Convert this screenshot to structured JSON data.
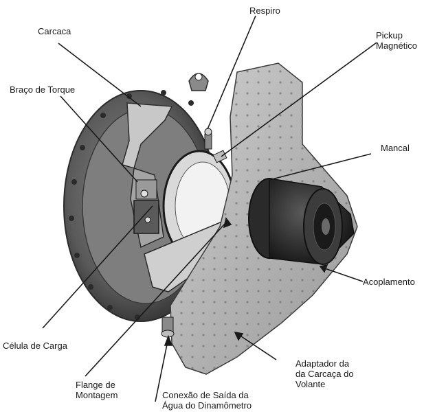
{
  "figure": {
    "labels": {
      "carcaca": "Carcaca",
      "respiro": "Respiro",
      "pickup_line1": "Pickup",
      "pickup_line2": "Magnético",
      "braco_torque": "Braço de Torque",
      "mancal": "Mancal",
      "acoplamento": "Acoplamento",
      "celula_carga": "Célula de Carga",
      "flange_line1": "Flange de",
      "flange_line2": "Montagem",
      "conexao_line1": "Conexão de Saída da",
      "conexao_line2": "Água do Dinamômetro",
      "adaptador_line1": "Adaptador da",
      "adaptador_line2": "da Carcaça do",
      "adaptador_line3": "Volante"
    },
    "colors": {
      "ink": "#1a1a1a",
      "metal_dark": "#2b2b2b",
      "metal_mid": "#6d6d6d",
      "metal_light": "#a9a9a9",
      "plate": "#bdbdbd"
    }
  }
}
